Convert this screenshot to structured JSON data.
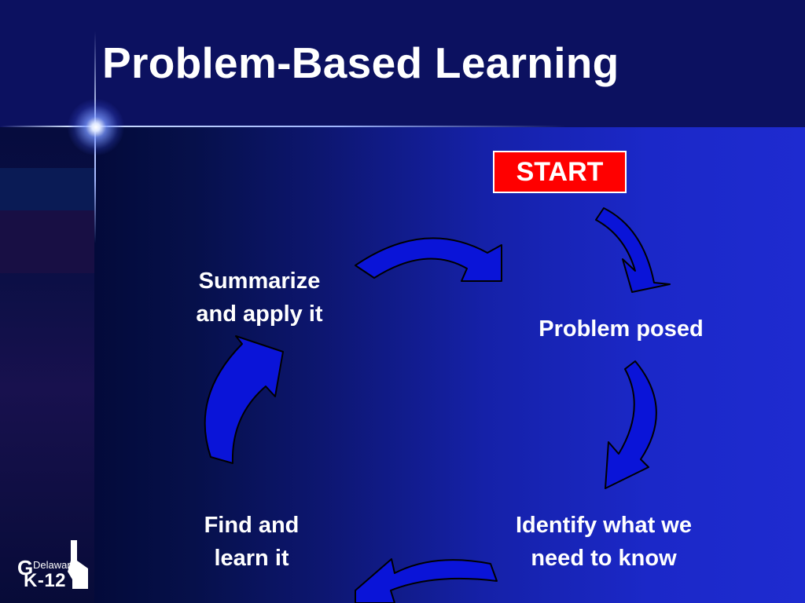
{
  "slide": {
    "title": "Problem-Based Learning",
    "start_label": "START",
    "steps": [
      {
        "id": "problem-posed",
        "lines": [
          "Problem posed"
        ]
      },
      {
        "id": "identify",
        "lines": [
          "Identify what we",
          "need to know"
        ]
      },
      {
        "id": "find",
        "lines": [
          "Find and",
          "learn it"
        ]
      },
      {
        "id": "summarize",
        "lines": [
          "Summarize",
          "and apply it"
        ]
      }
    ],
    "logo": {
      "letter": "G",
      "state": "Delaware",
      "k12": "K-12"
    }
  },
  "colors": {
    "arrow_fill": "#0a14d8",
    "arrow_stroke": "#000000",
    "start_bg": "#ff0000",
    "text": "#ffffff"
  }
}
